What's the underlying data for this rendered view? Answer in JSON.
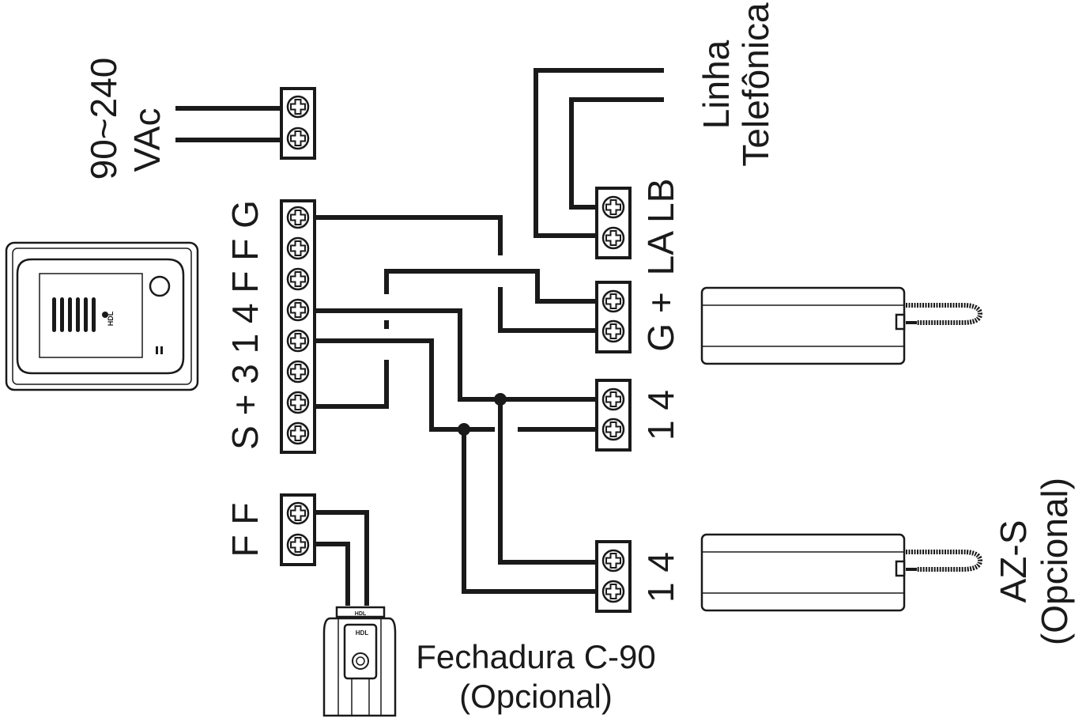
{
  "labels": {
    "power_voltage": "90~240",
    "power_unit": "VAc",
    "phone_line_1": "Linha",
    "phone_line_2": "Telefônica",
    "main_terminals": "S + 3 1 4 F F G",
    "lock_terminals": "F F",
    "phone_terminals": "LA LB",
    "g_plus_terminals": "G +",
    "handset1_terminals": "1 4",
    "handset2_terminals": "1 4",
    "lock_name": "Fechadura C-90",
    "lock_optional": "(Opcional)",
    "handset_name": "AZ-S",
    "handset_optional": "(Opcional)",
    "brand": "HDL"
  },
  "colors": {
    "ink": "#1a1a1a",
    "background": "#ffffff",
    "panel_face": "#ffffff"
  },
  "icons": {
    "screw": "screw-terminal-icon",
    "door_panel": "door-panel-icon",
    "lock": "electric-lock-icon",
    "handset": "intercom-handset-icon"
  }
}
